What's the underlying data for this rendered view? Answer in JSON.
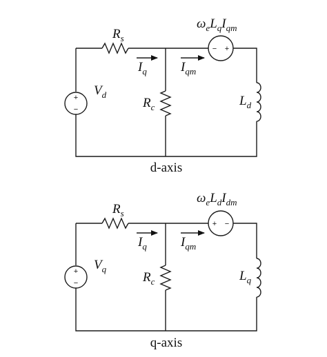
{
  "circuits": [
    {
      "caption": "d-axis",
      "source_label": "V",
      "source_sub": "d",
      "rs_label": "R",
      "rs_sub": "s",
      "rc_label": "R",
      "rc_sub": "c",
      "i_label": "I",
      "i_sub": "q",
      "im_label": "I",
      "im_sub": "qm",
      "l_label": "L",
      "l_sub": "d",
      "emf_w": "ω",
      "emf_w_sub": "e",
      "emf_l": "L",
      "emf_l_sub": "q",
      "emf_i": "I",
      "emf_i_sub": "qm",
      "emf_left_sign": "−",
      "emf_right_sign": "+",
      "src_top_sign": "+",
      "src_bot_sign": "−"
    },
    {
      "caption": "q-axis",
      "source_label": "V",
      "source_sub": "q",
      "rs_label": "R",
      "rs_sub": "s",
      "rc_label": "R",
      "rc_sub": "c",
      "i_label": "I",
      "i_sub": "q",
      "im_label": "I",
      "im_sub": "qm",
      "l_label": "L",
      "l_sub": "q",
      "emf_w": "ω",
      "emf_w_sub": "e",
      "emf_l": "L",
      "emf_l_sub": "d",
      "emf_i": "I",
      "emf_i_sub": "dm",
      "emf_left_sign": "+",
      "emf_right_sign": "−",
      "src_top_sign": "+",
      "src_bot_sign": "−"
    }
  ]
}
